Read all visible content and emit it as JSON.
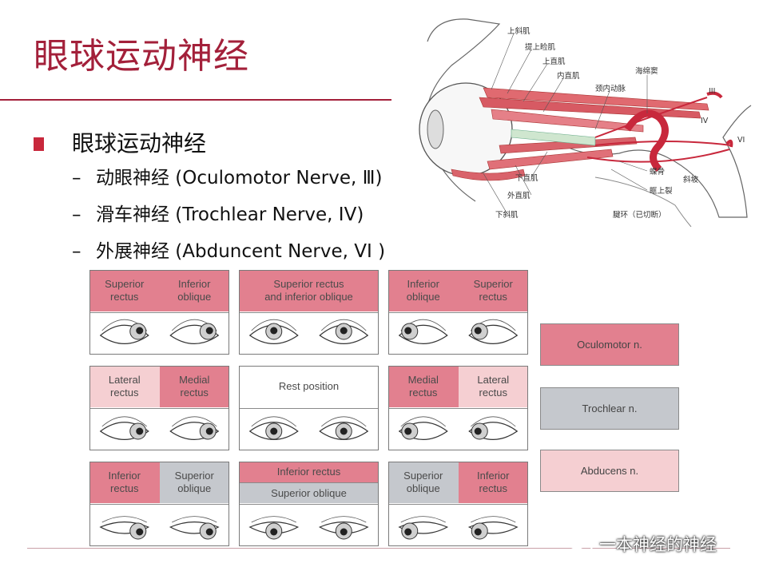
{
  "slide": {
    "title": "眼球运动神经",
    "bullet_main": "眼球运动神经",
    "sub_bullets": [
      {
        "dash": "–",
        "text": "动眼神经 (Oculomotor Nerve, Ⅲ)"
      },
      {
        "dash": "–",
        "text": "滑车神经 (Trochlear Nerve, IV)"
      },
      {
        "dash": "–",
        "text": "外展神经 (Abduncent Nerve, VI )"
      }
    ]
  },
  "anatomy_labels": {
    "superior_oblique": "上斜肌",
    "levator": "提上睑肌",
    "superior_rectus": "上直肌",
    "medial_rectus": "内直肌",
    "internal_carotid": "颈内动脉",
    "cavernous_sinus": "海绵窦",
    "n3": "III",
    "n4": "IV",
    "n6": "VI",
    "inferior_rectus": "下直肌",
    "lateral_rectus": "外直肌",
    "inferior_oblique": "下斜肌",
    "sphenoid": "蝶骨",
    "sup_orbital_fissure": "眶上裂",
    "clivus": "斜坡",
    "tendon_ring": "腱环（已切断）"
  },
  "gaze_panels": [
    {
      "id": "up-right",
      "cells": [
        {
          "label": "Superior\nrectus",
          "nerve": "oculomotor"
        },
        {
          "label": "Inferior\noblique",
          "nerve": "oculomotor"
        }
      ],
      "gaze": "up-right"
    },
    {
      "id": "up",
      "cells": [
        {
          "label": "Superior rectus\nand inferior oblique",
          "nerve": "oculomotor"
        }
      ],
      "gaze": "up"
    },
    {
      "id": "up-left",
      "cells": [
        {
          "label": "Inferior\noblique",
          "nerve": "oculomotor"
        },
        {
          "label": "Superior\nrectus",
          "nerve": "oculomotor"
        }
      ],
      "gaze": "up-left"
    },
    {
      "id": "right",
      "cells": [
        {
          "label": "Lateral\nrectus",
          "nerve": "abducens"
        },
        {
          "label": "Medial\nrectus",
          "nerve": "oculomotor"
        }
      ],
      "gaze": "right"
    },
    {
      "id": "rest",
      "cells": [
        {
          "label": "Rest position",
          "nerve": "none"
        }
      ],
      "gaze": "center"
    },
    {
      "id": "left",
      "cells": [
        {
          "label": "Medial\nrectus",
          "nerve": "oculomotor"
        },
        {
          "label": "Lateral\nrectus",
          "nerve": "abducens"
        }
      ],
      "gaze": "left"
    },
    {
      "id": "down-right",
      "cells": [
        {
          "label": "Inferior\nrectus",
          "nerve": "oculomotor"
        },
        {
          "label": "Superior\noblique",
          "nerve": "trochlear"
        }
      ],
      "gaze": "down-right"
    },
    {
      "id": "down",
      "cells": [
        {
          "label": "Inferior rectus",
          "nerve": "oculomotor"
        },
        {
          "label": "Superior oblique",
          "nerve": "trochlear"
        }
      ],
      "gaze": "down"
    },
    {
      "id": "down-left",
      "cells": [
        {
          "label": "Superior\noblique",
          "nerve": "trochlear"
        },
        {
          "label": "Inferior\nrectus",
          "nerve": "oculomotor"
        }
      ],
      "gaze": "down-left"
    }
  ],
  "legend": [
    {
      "label": "Oculomotor n.",
      "nerve": "oculomotor"
    },
    {
      "label": "Trochlear n.",
      "nerve": "trochlear"
    },
    {
      "label": "Abducens n.",
      "nerve": "abducens"
    }
  ],
  "colors": {
    "oculomotor": "#e2808f",
    "trochlear": "#c5c8cd",
    "abducens": "#f5cfd2",
    "none": "#ffffff",
    "title": "#a3203a"
  },
  "watermark": "一本神经的神经"
}
